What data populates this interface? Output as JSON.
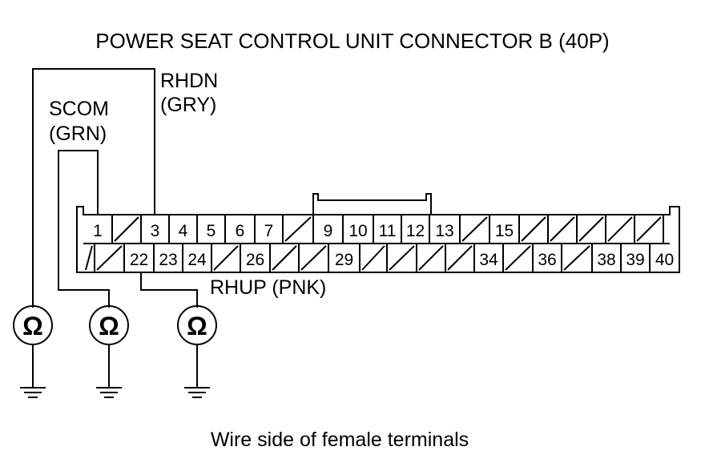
{
  "diagram": {
    "title": "POWER SEAT CONTROL UNIT CONNECTOR B (40P)",
    "caption": "Wire side of female terminals",
    "wires": {
      "rhdn": {
        "name": "RHDN",
        "color": "(GRY)"
      },
      "scom": {
        "name": "SCOM",
        "color": "(GRN)"
      },
      "rhup": {
        "label": "RHUP (PNK)"
      }
    },
    "meter_symbol": "Ω",
    "top_row": [
      "1",
      "",
      "3",
      "4",
      "5",
      "6",
      "7",
      "",
      "9",
      "10",
      "11",
      "12",
      "13",
      "",
      "15",
      "",
      "",
      "",
      "",
      "",
      ""
    ],
    "bottom_row": [
      "",
      "",
      "22",
      "23",
      "24",
      "",
      "26",
      "",
      "",
      "29",
      "",
      "",
      "",
      "",
      "34",
      "",
      "36",
      "",
      "38",
      "39",
      "40"
    ]
  }
}
